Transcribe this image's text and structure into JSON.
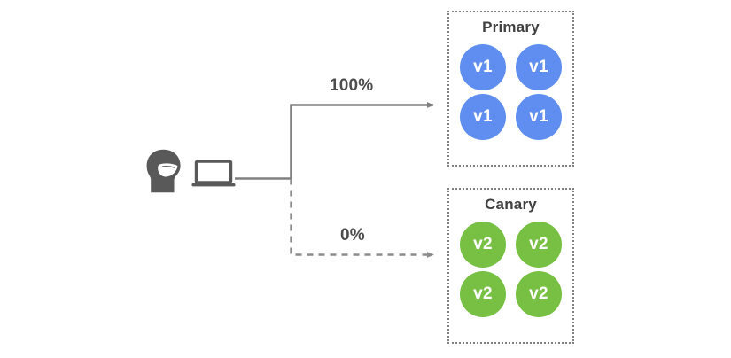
{
  "diagram": {
    "title_hidden": "",
    "background_color": "#ffffff",
    "client": {
      "person_icon": "person-with-face-mask-icon",
      "device_icon": "laptop-icon",
      "icon_color": "#595959"
    },
    "routes": [
      {
        "id": "primary-route",
        "label": "100%",
        "line_style": "solid",
        "target": "Primary",
        "color": "#808080"
      },
      {
        "id": "canary-route",
        "label": "0%",
        "line_style": "dashed",
        "target": "Canary",
        "color": "#808080"
      }
    ],
    "groups": [
      {
        "id": "primary",
        "title": "Primary",
        "border_style": "dotted",
        "border_color": "#808080",
        "pod_color": "#5f8ef0",
        "pods": [
          "v1",
          "v1",
          "v1",
          "v1"
        ]
      },
      {
        "id": "canary",
        "title": "Canary",
        "border_style": "dotted",
        "border_color": "#808080",
        "pod_color": "#77c044",
        "pods": [
          "v2",
          "v2",
          "v2",
          "v2"
        ]
      }
    ]
  }
}
